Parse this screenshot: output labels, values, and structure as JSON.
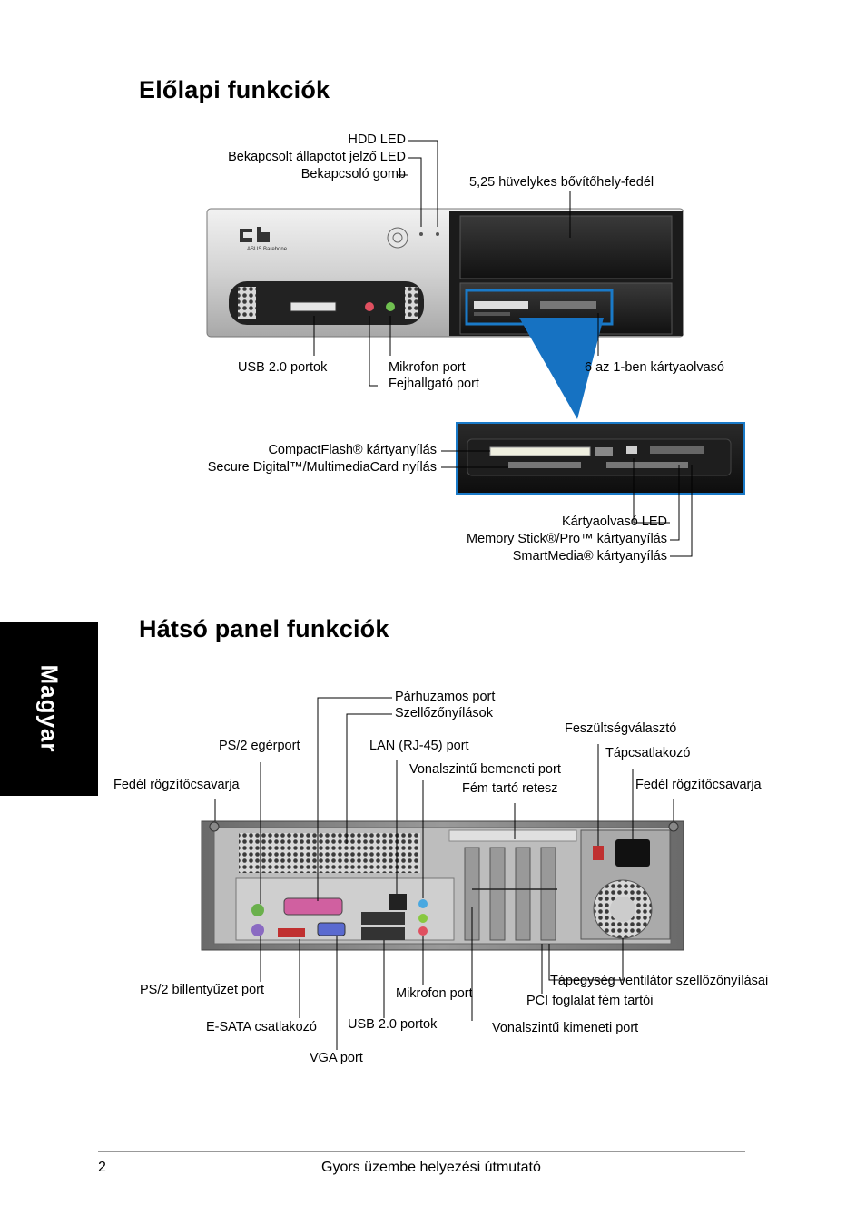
{
  "front": {
    "title": "Előlapi funkciók",
    "labels": {
      "hdd_led": "HDD LED",
      "power_led": "Bekapcsolt állapotot jelző LED",
      "power_button": "Bekapcsoló gomb",
      "bay_cover": "5,25 hüvelykes bővítőhely-fedél",
      "usb": "USB 2.0 portok",
      "mic": "Mikrofon port",
      "headphone": "Fejhallgató port",
      "card_reader": "6 az 1-ben kártyaolvasó",
      "cf_slot": "CompactFlash® kártyanyílás",
      "sd_slot": "Secure Digital™/MultimediaCard nyílás",
      "reader_led": "Kártyaolvasó LED",
      "ms_slot": "Memory Stick®/Pro™ kártyanyílás",
      "sm_slot": "SmartMedia® kártyanyílás"
    },
    "brand_text": "ASUS Barebone"
  },
  "rear": {
    "title": "Hátsó panel funkciók",
    "labels": {
      "parallel": "Párhuzamos port",
      "vents": "Szellőzőnyílások",
      "voltage": "Feszültségválasztó",
      "ps2_mouse": "PS/2 egérport",
      "lan": "LAN (RJ-45) port",
      "power_conn": "Tápcsatlakozó",
      "line_in": "Vonalszintű bemeneti port",
      "latch": "Fém tartó retesz",
      "screw_left": "Fedél rögzítőcsavarja",
      "screw_right": "Fedél rögzítőcsavarja",
      "psu_fan": "Tápegység ventilátor szellőzőnyílásai",
      "ps2_kb": "PS/2 billentyűzet port",
      "mic": "Mikrofon port",
      "pci": "PCI foglalat fém tartói",
      "esata": "E-SATA csatlakozó",
      "usb": "USB 2.0 portok",
      "line_out": "Vonalszintű kimeneti port",
      "vga": "VGA port"
    }
  },
  "sidebar": {
    "language": "Magyar"
  },
  "footer": {
    "page": "2",
    "title": "Gyors üzembe helyezési útmutató"
  }
}
